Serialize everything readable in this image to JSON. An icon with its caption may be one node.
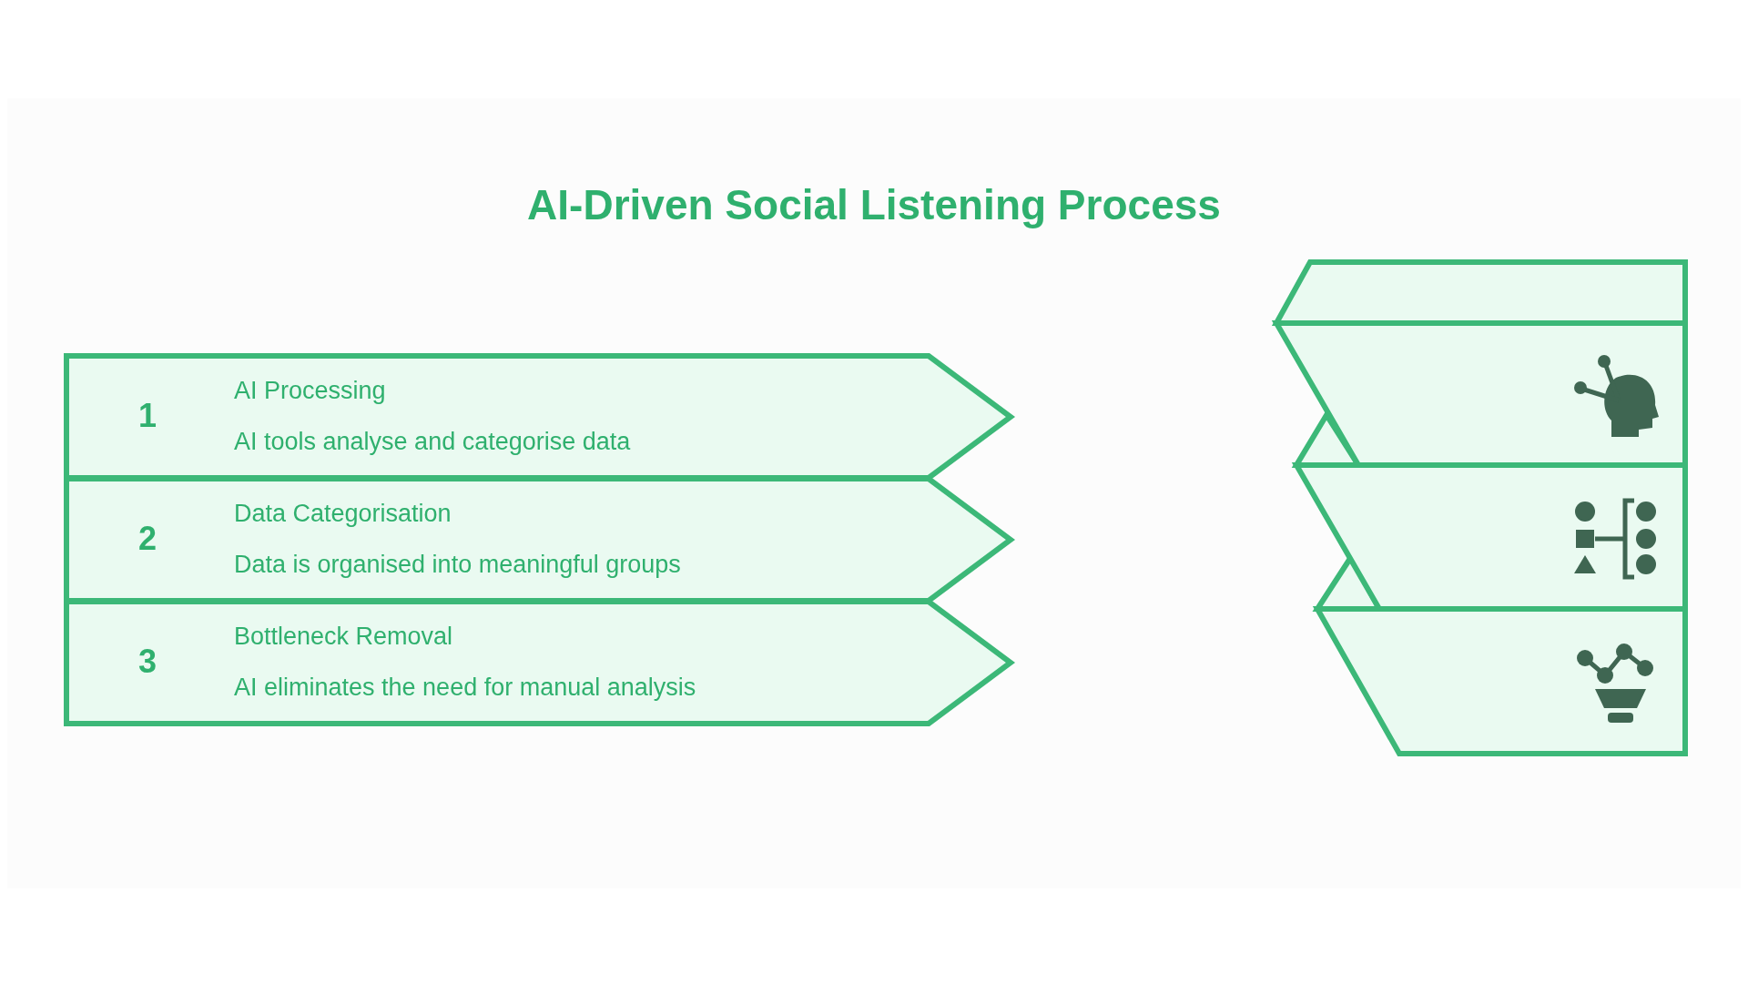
{
  "diagram": {
    "title": "AI-Driven Social Listening Process",
    "nodes": [
      {
        "text": [
          "1",
          "AI Processing",
          "AI tools analyse and categorise data"
        ]
      },
      {
        "text": [
          "2",
          "Data Categorisation",
          "Data is organised into meaningful groups"
        ]
      },
      {
        "text": [
          "3",
          "Bottleneck Removal",
          "AI eliminates the need for manual analysis"
        ]
      }
    ]
  }
}
